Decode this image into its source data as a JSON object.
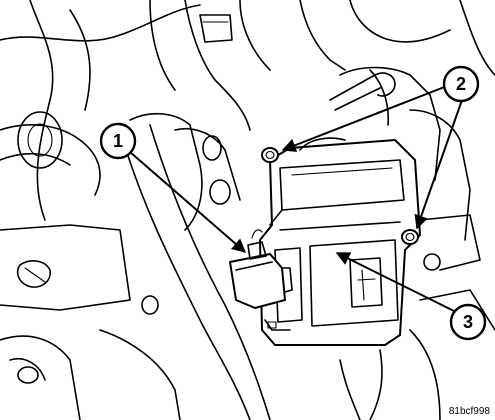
{
  "callouts": [
    {
      "id": "callout-1",
      "label": "1"
    },
    {
      "id": "callout-2",
      "label": "2"
    },
    {
      "id": "callout-3",
      "label": "3"
    }
  ],
  "figure_code": "81bcf998"
}
